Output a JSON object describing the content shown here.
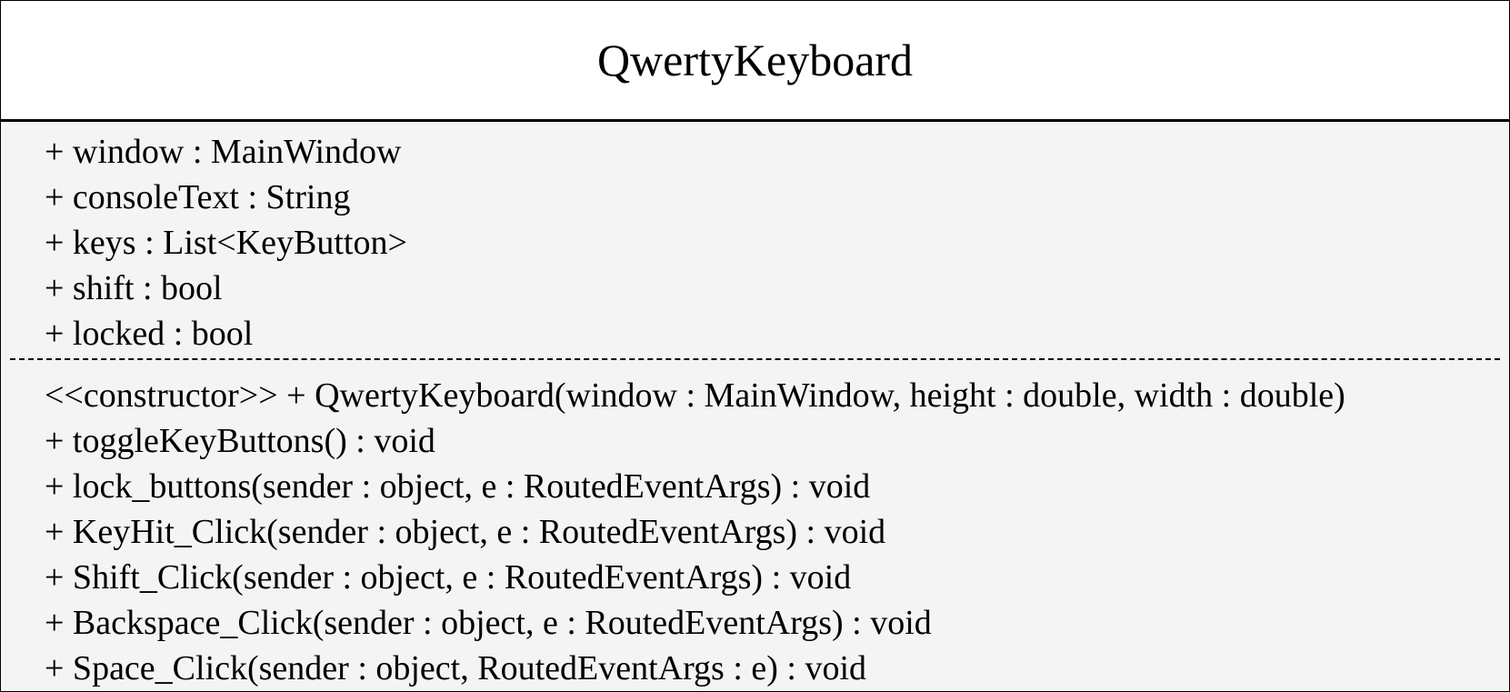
{
  "class_box": {
    "name": "QwertyKeyboard",
    "attributes": [
      "+ window : MainWindow",
      "+ consoleText : String",
      "+ keys : List<KeyButton>",
      "+ shift : bool",
      "+ locked : bool"
    ],
    "operations": [
      "<<constructor>> + QwertyKeyboard(window : MainWindow, height : double, width : double)",
      "+ toggleKeyButtons() : void",
      "+ lock_buttons(sender : object, e : RoutedEventArgs) : void",
      "+ KeyHit_Click(sender : object, e : RoutedEventArgs) : void",
      "+ Shift_Click(sender : object, e : RoutedEventArgs) : void",
      "+ Backspace_Click(sender : object, e : RoutedEventArgs) : void",
      "+ Space_Click(sender : object, RoutedEventArgs : e) : void"
    ]
  }
}
